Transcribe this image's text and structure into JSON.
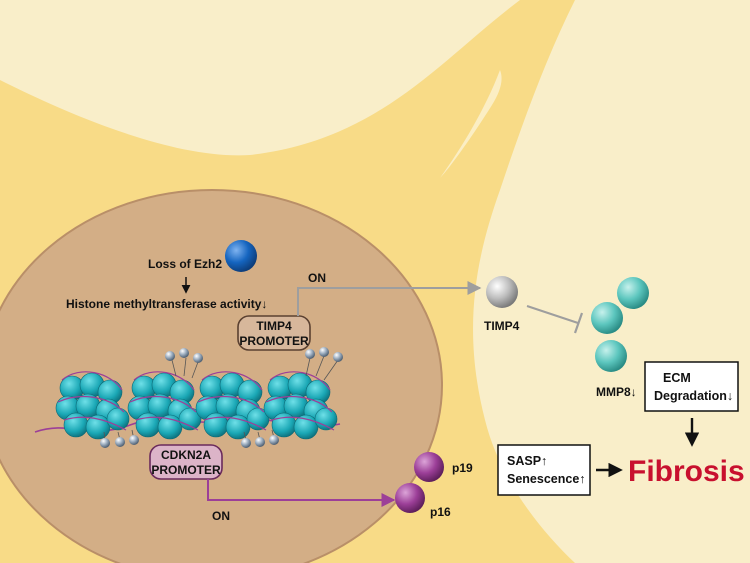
{
  "nucleus": {
    "loss_label": "Loss of Ezh2",
    "histone_label": "Histone methyltransferase activity↓"
  },
  "promoters": {
    "timp4_line1": "TIMP4",
    "timp4_line2": "PROMOTER",
    "cdkn2a_line1": "CDKN2A",
    "cdkn2a_line2": "PROMOTER",
    "on_top": "ON",
    "on_bottom": "ON"
  },
  "proteins": {
    "timp4": "TIMP4",
    "mmp8": "MMP8↓",
    "p19": "p19",
    "p16": "p16"
  },
  "boxes": {
    "ecm_line1": "ECM",
    "ecm_line2": "Degradation↓",
    "sasp_line1": "SASP↑",
    "sasp_line2": "Senescence↑"
  },
  "outcome": {
    "label": "Fibrosis",
    "color": "#c8102e"
  },
  "colors": {
    "cytoplasm": "#f8db87",
    "nucleus": "#d3ae86",
    "extracellular": "#f9eec9",
    "ezh2": "#1565c0",
    "timp4_protein": "#bdbdbd",
    "mmp8_protein": "#5cc6be",
    "p16_p19": "#9c3f98",
    "timp4_arrow": "#9e9e9e",
    "cdkn2a_arrow": "#9c3f98"
  }
}
